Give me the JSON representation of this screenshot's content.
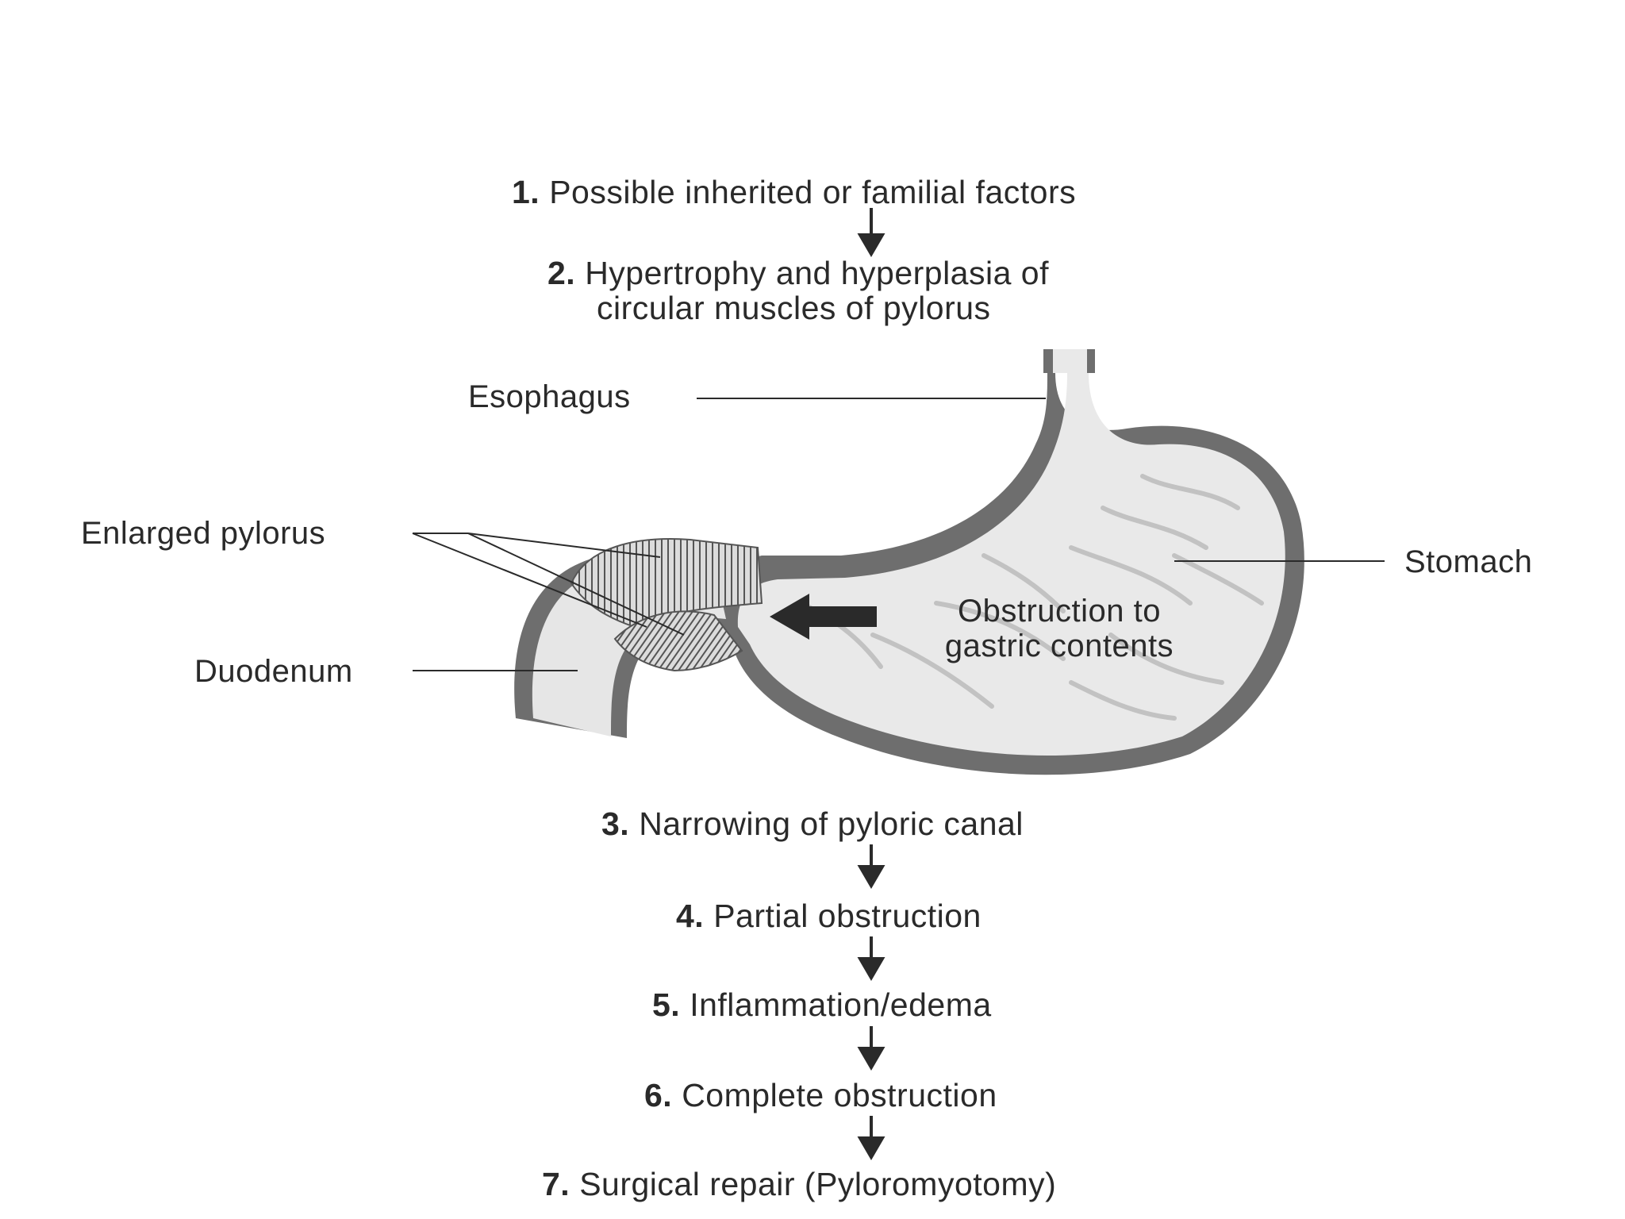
{
  "steps": [
    {
      "num": "1.",
      "text": "Possible inherited or familial factors"
    },
    {
      "num": "2.",
      "text": "Hypertrophy and hyperplasia of",
      "text2": "circular muscles of pylorus"
    },
    {
      "num": "3.",
      "text": "Narrowing of pyloric canal"
    },
    {
      "num": "4.",
      "text": "Partial obstruction"
    },
    {
      "num": "5.",
      "text": "Inflammation/edema"
    },
    {
      "num": "6.",
      "text": "Complete obstruction"
    },
    {
      "num": "7.",
      "text": "Surgical repair (Pyloromyotomy)"
    }
  ],
  "labels": {
    "esophagus": "Esophagus",
    "enlarged_pylorus": "Enlarged pylorus",
    "duodenum": "Duodenum",
    "stomach": "Stomach",
    "obstruction_line1": "Obstruction to",
    "obstruction_line2": "gastric contents"
  },
  "colors": {
    "outline": "#6e6e6e",
    "fill": "#e9e9e9",
    "text": "#2a2a2a",
    "arrow": "#2a2a2a"
  }
}
